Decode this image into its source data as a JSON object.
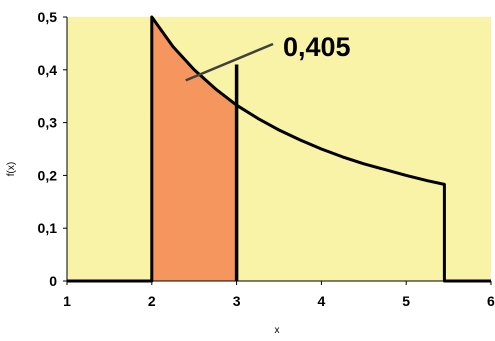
{
  "chart_data": {
    "type": "line",
    "title": "",
    "xlabel": "x",
    "ylabel": "f(x)",
    "xlim": [
      1,
      6
    ],
    "ylim": [
      0,
      0.5
    ],
    "x_ticks": [
      1,
      2,
      3,
      4,
      5,
      6
    ],
    "y_ticks": [
      0,
      0.1,
      0.2,
      0.3,
      0.4,
      0.5
    ],
    "x_tick_labels": [
      "1",
      "2",
      "3",
      "4",
      "5",
      "6"
    ],
    "y_tick_labels": [
      "0",
      "0,1",
      "0,2",
      "0,3",
      "0,4",
      "0,5"
    ],
    "grid": false,
    "colors": {
      "plot_background": "#f8f3a6",
      "shaded_area": "#f4965e",
      "curve": "#000000"
    },
    "series": [
      {
        "x": [
          1,
          2,
          2,
          2.25,
          2.5,
          2.75,
          3,
          3.25,
          3.5,
          3.75,
          4,
          4.25,
          4.5,
          4.75,
          5,
          5.25,
          5.45,
          5.45,
          6
        ],
        "y": [
          0,
          0,
          0.5,
          0.444,
          0.4,
          0.364,
          0.333,
          0.308,
          0.286,
          0.267,
          0.25,
          0.235,
          0.222,
          0.211,
          0.2,
          0.19,
          0.183,
          0,
          0
        ]
      }
    ],
    "shaded_region": {
      "x_from": 2,
      "x_to": 3
    },
    "annotations": [
      {
        "text": "0,405",
        "points_to": {
          "x": 2.4,
          "y": 0.38
        }
      }
    ]
  }
}
